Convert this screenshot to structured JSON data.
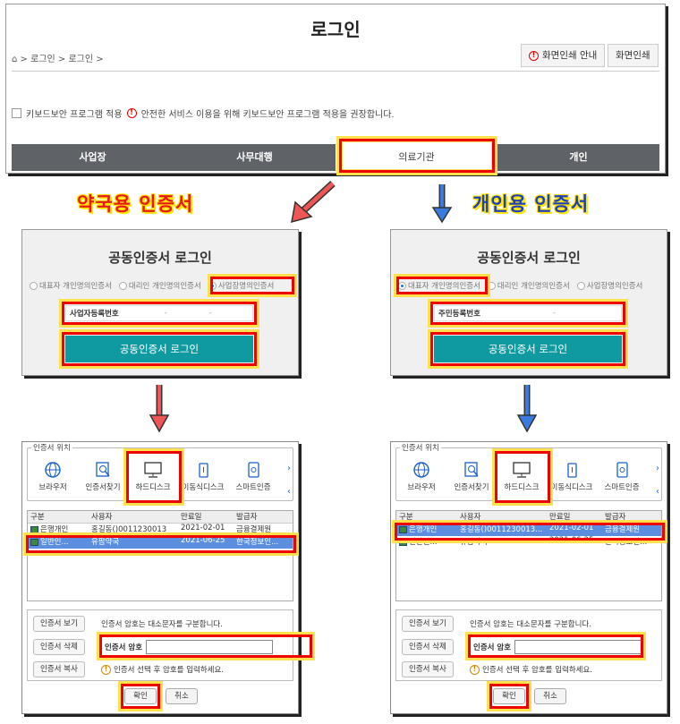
{
  "top": {
    "title": "로그인",
    "breadcrumb": [
      "로그인",
      "로그인"
    ],
    "print_guide_label": "화면인쇄 안내",
    "print_label": "화면인쇄",
    "keyboard_label": "키보드보안 프로그램 적용",
    "keyboard_notice": "안전한 서비스 이용을 위해 키보드보안 프로그램 적용을 권장합니다.",
    "tabs": [
      "사업장",
      "사무대행",
      "의료기관",
      "개인"
    ],
    "active_tab": "의료기관"
  },
  "headings": {
    "pharmacy": "약국용 인증서",
    "personal": "개인용 인증서"
  },
  "login_pharmacy": {
    "title": "공동인증서 로그인",
    "radios": [
      "대표자 개인명의인증서",
      "대리인 개인명의인증서",
      "사업장명의인증서"
    ],
    "selected": "사업장명의인증서",
    "field_label": "사업자등록번호",
    "button": "공동인증서 로그인"
  },
  "login_personal": {
    "title": "공동인증서 로그인",
    "radios": [
      "대표자 개인명의인증서",
      "대리인 개인명의인증서",
      "사업장명의인증서"
    ],
    "selected": "대표자 개인명의인증서",
    "field_label": "주민등록번호",
    "button": "공동인증서 로그인"
  },
  "dialog": {
    "location_label": "인증서 위치",
    "icons": [
      "브라우저",
      "인증서찾기",
      "하드디스크",
      "이동식디스크",
      "스마트인증"
    ],
    "columns": [
      "구분",
      "사용자",
      "만료일",
      "발급자"
    ],
    "btn_view": "인증서 보기",
    "btn_delete": "인증서 삭제",
    "btn_copy": "인증서 복사",
    "case_notice": "인증서 암호는 대소문자를 구분합니다.",
    "pw_label": "인증서 암호",
    "select_notice": "인증서 선택 후 암호를 입력하세요.",
    "ok": "확인",
    "cancel": "취소"
  },
  "dialog_pharmacy_rows": [
    {
      "type": "은행개인",
      "user": "홍길동()0011230013",
      "expiry": "2021-02-01",
      "issuer": "금융결제원",
      "selected": false
    },
    {
      "type": "일반인...",
      "user": "유팜약국",
      "expiry": "2021-06-25",
      "issuer": "한국정보인...",
      "selected": true
    }
  ],
  "dialog_personal_rows": [
    {
      "type": "은행개인",
      "user": "홍길동()0011230013...",
      "expiry": "2021-02-01",
      "issuer": "금융결제원",
      "selected": true
    },
    {
      "type": "일반인...",
      "user": "유팜약국",
      "expiry": "2021-06-25",
      "issuer": "한국정보인...",
      "selected": false
    }
  ],
  "colors": {
    "tab_bar": "#5f6368",
    "login_button": "#0e9aa0",
    "highlight": "#e00000",
    "highlight_glow": "#ffe14d",
    "selected_row": "#5b8ede",
    "heading_pharmacy": "#e81818",
    "heading_personal": "#1e3fbf"
  }
}
